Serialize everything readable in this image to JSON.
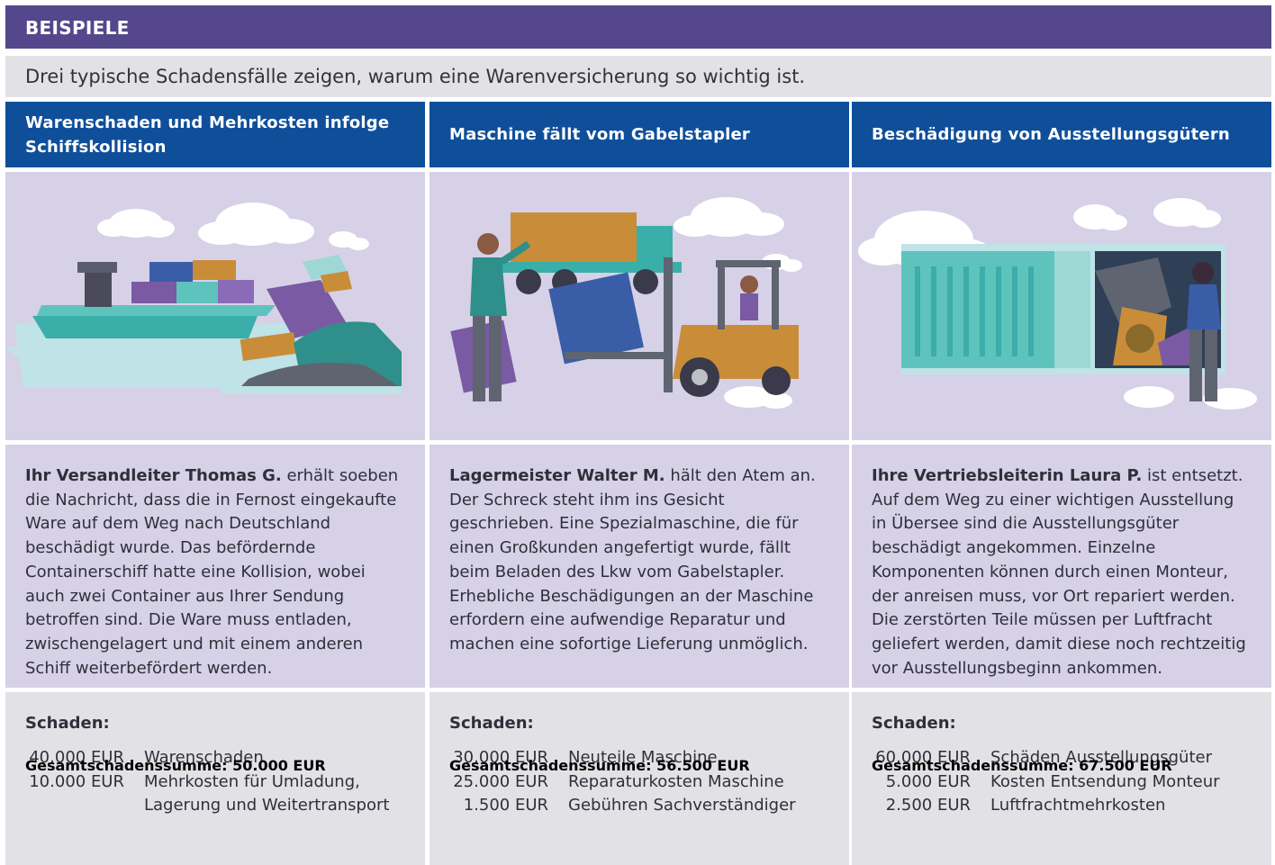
{
  "header": {
    "title": "BEISPIELE"
  },
  "intro": {
    "text": "Drei typische Schadensfälle zeigen, warum eine Warenversicherung so wichtig ist."
  },
  "columns": [
    {
      "title": "Warenschaden und Mehrkosten infolge Schiffskollision",
      "lead": "Ihr Versandleiter Thomas G.",
      "body": " erhält soeben die Nachricht, dass die in Fernost eingekaufte Ware auf dem Weg nach Deutschland beschädigt wurde. Das befördernde Containerschiff hatte eine Kollision, wobei auch zwei Container aus Ihrer Sendung betroffen sind. Die Ware muss entladen, zwischengelagert und mit einem anderen Schiff weiterbefördert werden.",
      "damage_label": "Schaden:",
      "items": [
        {
          "amount": "40.000 EUR",
          "desc": "Warenschaden"
        },
        {
          "amount": "10.000 EUR",
          "desc": "Mehrkosten für Umladung, Lagerung und Weitertransport"
        }
      ],
      "total": "Gesamtschadenssumme: 50.000 EUR"
    },
    {
      "title": "Maschine fällt vom Gabelstapler",
      "lead": "Lagermeister Walter M.",
      "body": " hält den Atem an. Der Schreck steht ihm ins Gesicht geschrieben. Eine Spezialmaschine, die für einen Großkunden angefertigt wurde, fällt beim Beladen des Lkw vom Gabelstapler. Erhebliche Beschädigungen an der Maschine erfordern eine aufwendige Reparatur und machen eine sofortige Lieferung unmöglich.",
      "damage_label": "Schaden:",
      "items": [
        {
          "amount": "30.000 EUR",
          "desc": "Neuteile Maschine"
        },
        {
          "amount": "25.000 EUR",
          "desc": "Reparaturkosten Maschine"
        },
        {
          "amount": "1.500 EUR",
          "desc": "Gebühren Sachverständiger"
        }
      ],
      "total": "Gesamtschadenssumme: 56.500 EUR"
    },
    {
      "title": "Beschädigung von Ausstellungsgütern",
      "lead": "Ihre Vertriebsleiterin Laura P.",
      "body": " ist entsetzt. Auf dem Weg zu einer wichtigen Ausstellung in Übersee sind die Ausstellungsgüter beschädigt angekommen. Einzelne Komponenten können durch einen Monteur, der anreisen muss, vor Ort repariert werden. Die zerstörten Teile müssen per Luftfracht geliefert werden, damit diese noch rechtzeitig vor Ausstellungsbeginn ankommen.",
      "damage_label": "Schaden:",
      "items": [
        {
          "amount": "60.000 EUR",
          "desc": "Schäden Ausstellungsgüter"
        },
        {
          "amount": "5.000 EUR",
          "desc": "Kosten Entsendung Monteur"
        },
        {
          "amount": "2.500 EUR",
          "desc": "Luftfrachtmehrkosten"
        }
      ],
      "total": "Gesamtschadenssumme: 67.500 EUR"
    }
  ]
}
